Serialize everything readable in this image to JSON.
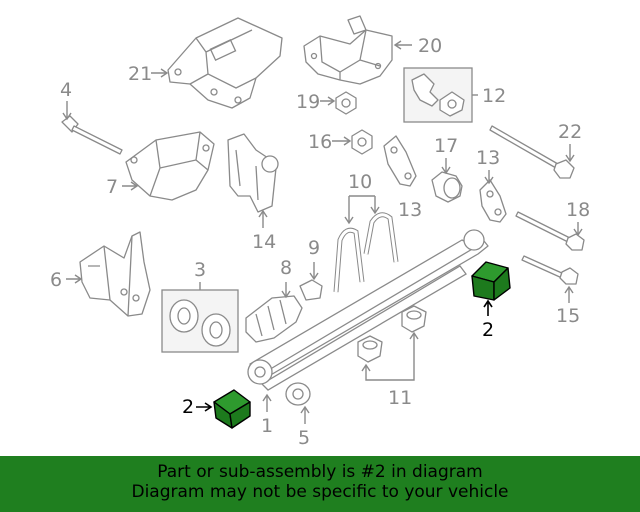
{
  "callouts": {
    "n1": "1",
    "n2a": "2",
    "n2b": "2",
    "n3": "3",
    "n4": "4",
    "n5": "5",
    "n6": "6",
    "n7": "7",
    "n8": "8",
    "n9": "9",
    "n10": "10",
    "n11": "11",
    "n12": "12",
    "n13a": "13",
    "n13b": "13",
    "n14": "14",
    "n15": "15",
    "n16": "16",
    "n17": "17",
    "n18": "18",
    "n19": "19",
    "n20": "20",
    "n21": "21",
    "n22": "22"
  },
  "highlighted_part": "2",
  "colors": {
    "highlight": "#1d7a1d",
    "banner": "#1f7f1f",
    "line_art": "#8a8a8a"
  },
  "banner": {
    "line1": "Part or sub-assembly is #2 in diagram",
    "line2": "Diagram may not be specific to your vehicle"
  }
}
